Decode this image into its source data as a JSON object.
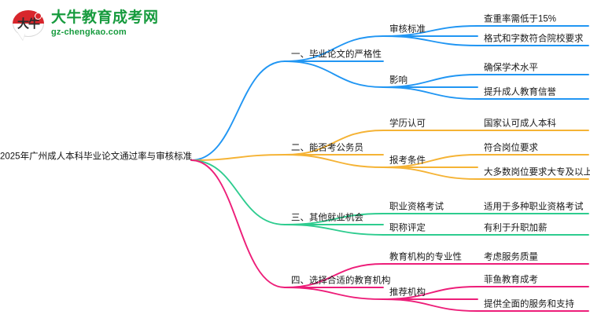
{
  "logo": {
    "mark_text": "大牛",
    "name_cn": "大牛教育成考网",
    "name_en": "gz-chengkao.com",
    "brand_green": "#179b3e",
    "brand_red": "#d8262c"
  },
  "mindmap": {
    "root": "2025年广州成人本科毕业论文通过率与审核标准",
    "colors": {
      "branch1": "#2196f3",
      "branch2": "#f5b335",
      "branch3": "#2ecc8f",
      "branch4": "#ed1e79"
    },
    "branches": [
      {
        "label": "一、毕业论文的严格性",
        "color": "#2196f3",
        "children": [
          {
            "label": "审核标准",
            "children": [
              {
                "label": "查重率需低于15%"
              },
              {
                "label": "格式和字数符合院校要求"
              }
            ]
          },
          {
            "label": "影响",
            "children": [
              {
                "label": "确保学术水平"
              },
              {
                "label": "提升成人教育信誉"
              }
            ]
          }
        ]
      },
      {
        "label": "二、能否考公务员",
        "color": "#f5b335",
        "children": [
          {
            "label": "学历认可",
            "children": [
              {
                "label": "国家认可成人本科"
              }
            ]
          },
          {
            "label": "报考条件",
            "children": [
              {
                "label": "符合岗位要求"
              },
              {
                "label": "大多数岗位要求大专及以上"
              }
            ]
          }
        ]
      },
      {
        "label": "三、其他就业机会",
        "color": "#2ecc8f",
        "children": [
          {
            "label": "职业资格考试",
            "children": [
              {
                "label": "适用于多种职业资格考试"
              }
            ]
          },
          {
            "label": "职称评定",
            "children": [
              {
                "label": "有利于升职加薪"
              }
            ]
          }
        ]
      },
      {
        "label": "四、选择合适的教育机构",
        "color": "#ed1e79",
        "children": [
          {
            "label": "教育机构的专业性",
            "children": [
              {
                "label": "考虑服务质量"
              }
            ]
          },
          {
            "label": "推荐机构",
            "children": [
              {
                "label": "菲鱼教育成考"
              },
              {
                "label": "提供全面的服务和支持"
              }
            ]
          }
        ]
      }
    ]
  }
}
